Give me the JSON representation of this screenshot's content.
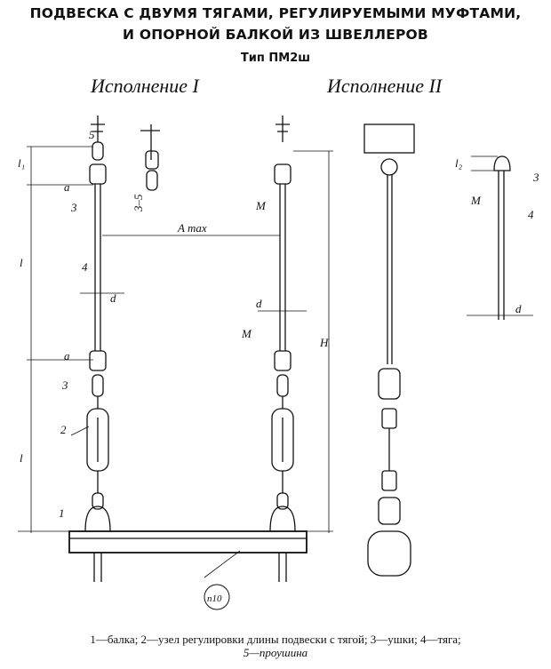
{
  "title": {
    "line1": "ПОДВЕСКА С ДВУМЯ ТЯГАМИ, РЕГУЛИРУЕМЫМИ МУФТАМИ,",
    "line2": "И ОПОРНОЙ БАЛКОЙ ИЗ ШВЕЛЛЕРОВ",
    "type": "Тип ПМ2ш"
  },
  "versions": {
    "v1": "Исполнение I",
    "v2": "Исполнение II"
  },
  "drawing": {
    "labels": {
      "l5": "5",
      "l1": "l₁",
      "a_top": "a",
      "l3_top": "3",
      "l35": "3–5",
      "l_top": "l",
      "l4": "4",
      "d_left": "d",
      "a_mid": "a",
      "l3_mid": "3",
      "l_bottom": "l",
      "l2": "2",
      "l1_beam": "1",
      "amax": "A max",
      "M_top": "M",
      "d_mid": "d",
      "M_mid": "M",
      "H": "H",
      "l2_dim": "l₂",
      "l3_right": "3",
      "M_right": "M",
      "l4_right": "4",
      "d_right": "d",
      "p10": "п10"
    }
  },
  "caption": {
    "line1": "1—балка; 2—узел регулировки длины подвески с тягой; 3—ушки; 4—тяга;",
    "line2": "5—проушина"
  }
}
